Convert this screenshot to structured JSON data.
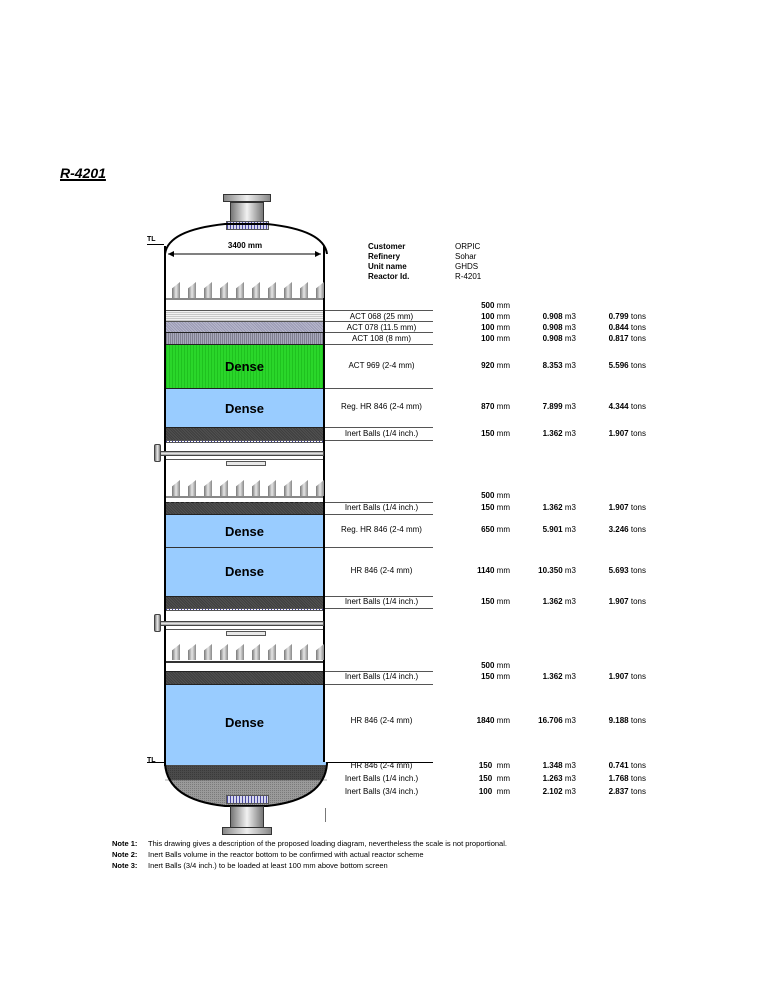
{
  "title": "R-4201",
  "diameter_label": "3400 mm",
  "tl_label": "TL",
  "info": [
    {
      "label": "Customer",
      "value": "ORPIC"
    },
    {
      "label": "Refinery",
      "value": "Sohar"
    },
    {
      "label": "Unit name",
      "value": "GHDS"
    },
    {
      "label": "Reactor Id.",
      "value": "R-4201"
    }
  ],
  "dense_label": "Dense",
  "bed1": {
    "free_space": {
      "value": "500",
      "unit": "mm"
    },
    "layers": [
      {
        "name": "ACT 068 (25 mm)",
        "height": "100",
        "volume": "0.908",
        "weight": "0.799"
      },
      {
        "name": "ACT 078 (11.5 mm)",
        "height": "100",
        "volume": "0.908",
        "weight": "0.844"
      },
      {
        "name": "ACT 108 (8 mm)",
        "height": "100",
        "volume": "0.908",
        "weight": "0.817"
      },
      {
        "name": "ACT 969 (2-4 mm)",
        "height": "920",
        "volume": "8.353",
        "weight": "5.596"
      },
      {
        "name": "Reg. HR 846 (2-4 mm)",
        "height": "870",
        "volume": "7.899",
        "weight": "4.344"
      },
      {
        "name": "Inert Balls (1/4 inch.)",
        "height": "150",
        "volume": "1.362",
        "weight": "1.907"
      }
    ]
  },
  "bed2": {
    "free_space": {
      "value": "500",
      "unit": "mm"
    },
    "layers": [
      {
        "name": "Inert Balls (1/4 inch.)",
        "height": "150",
        "volume": "1.362",
        "weight": "1.907"
      },
      {
        "name": "Reg. HR 846 (2-4 mm)",
        "height": "650",
        "volume": "5.901",
        "weight": "3.246"
      },
      {
        "name": "HR 846 (2-4 mm)",
        "height": "1140",
        "volume": "10.350",
        "weight": "5.693"
      },
      {
        "name": "Inert Balls (1/4 inch.)",
        "height": "150",
        "volume": "1.362",
        "weight": "1.907"
      }
    ]
  },
  "bed3": {
    "free_space": {
      "value": "500",
      "unit": "mm"
    },
    "layers": [
      {
        "name": "Inert Balls (1/4 inch.)",
        "height": "150",
        "volume": "1.362",
        "weight": "1.907"
      },
      {
        "name": "HR 846 (2-4 mm)",
        "height": "1840",
        "volume": "16.706",
        "weight": "9.188"
      },
      {
        "name": "HR 846 (2-4 mm)",
        "height": "150",
        "volume": "1.348",
        "weight": "0.741"
      },
      {
        "name": "Inert Balls (1/4 inch.)",
        "height": "150",
        "volume": "1.263",
        "weight": "1.768"
      },
      {
        "name": "Inert Balls (3/4 inch.)",
        "height": "100",
        "volume": "2.102",
        "weight": "2.837"
      }
    ]
  },
  "units": {
    "mm": "mm",
    "m3": "m3",
    "tons": "tons"
  },
  "notes": [
    {
      "label": "Note 1:",
      "text": "This drawing gives a description of the proposed loading diagram, nevertheless the scale is not proportional."
    },
    {
      "label": "Note 2:",
      "text": "Inert Balls volume in the reactor bottom to be confirmed with actual reactor scheme"
    },
    {
      "label": "Note 3:",
      "text": "Inert Balls (3/4 inch.) to be loaded at least 100 mm above bottom screen"
    }
  ],
  "colors": {
    "dense_green": "#22cc22",
    "dense_blue": "#99ccff",
    "inert_dark": "#474747"
  }
}
